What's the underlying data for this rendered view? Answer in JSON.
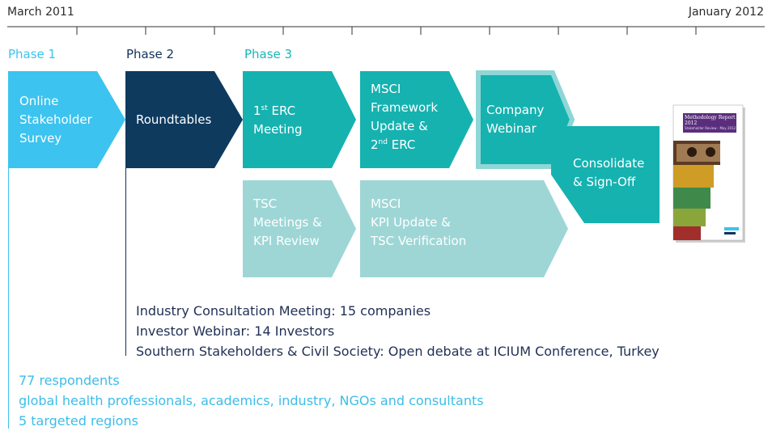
{
  "timeline": {
    "start_label": "March 2011",
    "end_label": "January 2012"
  },
  "phases": [
    {
      "label": "Phase 1",
      "color": "#3cc3f0"
    },
    {
      "label": "Phase 2",
      "color": "#13325a"
    },
    {
      "label": "Phase 3",
      "color": "#1ab6b6"
    }
  ],
  "boxes": {
    "survey": {
      "lines": [
        "Online",
        "Stakeholder",
        "Survey"
      ],
      "color": "#3cc3f0"
    },
    "roundtables": {
      "lines": [
        "Roundtables"
      ],
      "color": "#0e3a5e"
    },
    "erc1": {
      "line1_sup": "st",
      "line1_num": "1",
      "line1_rest": " ERC",
      "line2": "Meeting",
      "color": "#15b2b0"
    },
    "framework": {
      "line1": "MSCI",
      "line2": "Framework",
      "line3": "Update &",
      "line4_num": "2",
      "line4_sup": "nd",
      "line4_rest": " ERC",
      "color": "#15b2b0"
    },
    "webinar": {
      "lines": [
        "Company",
        "Webinar"
      ],
      "color": "#15b2b0",
      "border_color": "#8fd6d6"
    },
    "consolidate": {
      "lines": [
        "Consolidate",
        "& Sign-Off"
      ],
      "color": "#15b2b0"
    },
    "tsc": {
      "lines": [
        "TSC",
        "Meetings &",
        "KPI Review"
      ],
      "color": "#9ed6d6"
    },
    "kpi": {
      "lines": [
        "MSCI",
        "KPI Update &",
        "TSC Verification"
      ],
      "color": "#9ed6d6"
    }
  },
  "report_cover": {
    "title": "Methodology Report 2012",
    "subtitle": "Stakeholder Review - May 2012"
  },
  "phase2_notes": [
    "Industry Consultation Meeting: 15 companies",
    "Investor Webinar: 14 Investors",
    "Southern Stakeholders & Civil Society: Open debate at ICIUM Conference, Turkey"
  ],
  "phase1_notes": [
    "77 respondents",
    "global health professionals, academics, industry, NGOs and consultants",
    "5 targeted regions"
  ]
}
